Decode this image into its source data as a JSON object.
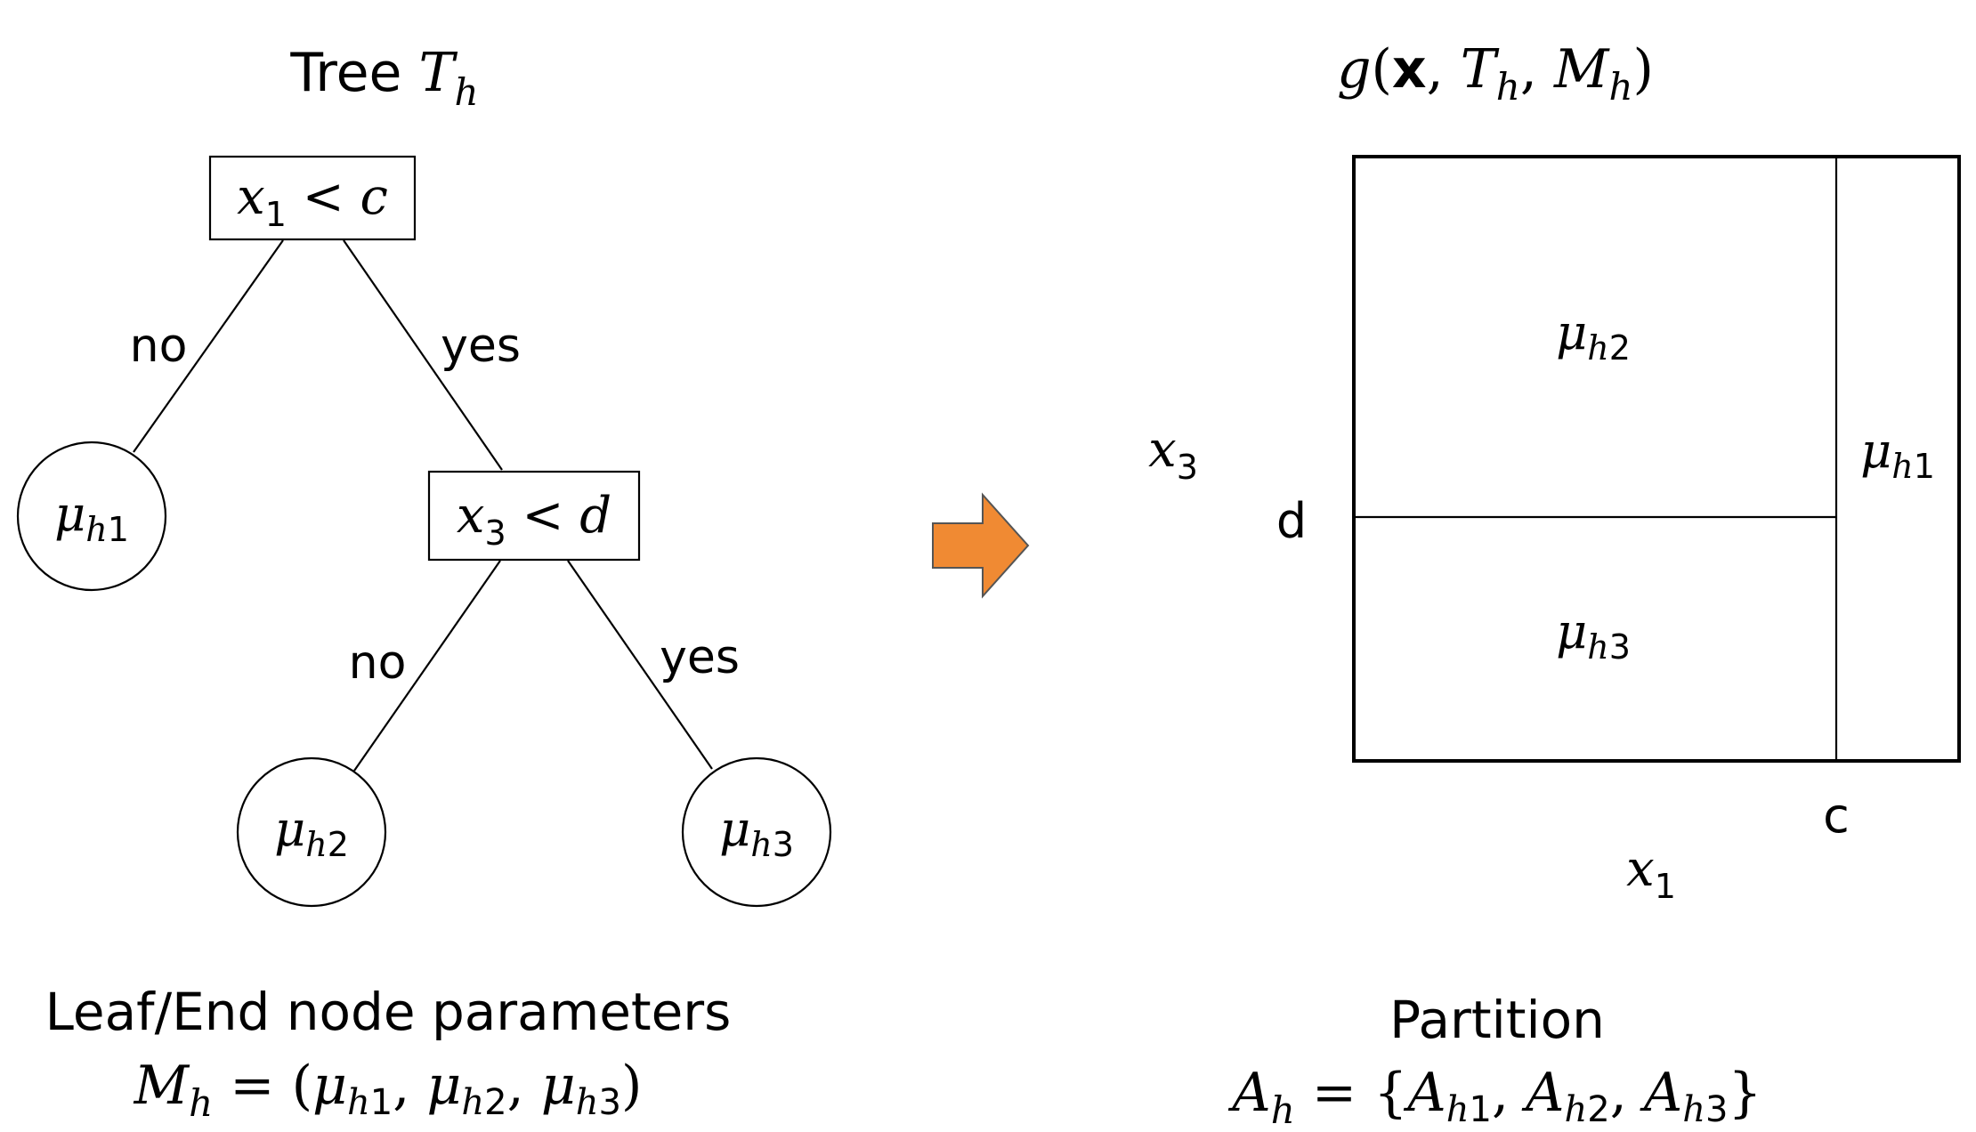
{
  "tree": {
    "title": "Tree",
    "title_math": "T",
    "title_sub": "h",
    "root": {
      "var": "x",
      "var_sub": "1",
      "op": "<",
      "rhs": "c"
    },
    "split2": {
      "var": "x",
      "var_sub": "3",
      "op": "<",
      "rhs": "d"
    },
    "edge_root_left": "no",
    "edge_root_right": "yes",
    "edge_split2_left": "no",
    "edge_split2_right": "yes",
    "leaf1": {
      "sym": "μ",
      "sub_var": "h",
      "sub_num": "1"
    },
    "leaf2": {
      "sym": "μ",
      "sub_var": "h",
      "sub_num": "2"
    },
    "leaf3": {
      "sym": "μ",
      "sub_var": "h",
      "sub_num": "3"
    },
    "caption_line1": "Leaf/End node parameters",
    "caption_line2": {
      "lhs": "M",
      "lhs_sub": "h",
      "eq": "=",
      "open": "(",
      "close": ")",
      "sep": ",",
      "items": [
        {
          "sym": "μ",
          "sub_var": "h",
          "sub_num": "1"
        },
        {
          "sym": "μ",
          "sub_var": "h",
          "sub_num": "2"
        },
        {
          "sym": "μ",
          "sub_var": "h",
          "sub_num": "3"
        }
      ]
    }
  },
  "arrow": {
    "color": "#F08A33"
  },
  "partition": {
    "title": {
      "fn": "g",
      "open": "(",
      "bold_arg": "x",
      "sep": ",",
      "t": "T",
      "t_sub": "h",
      "m": "M",
      "m_sub": "h",
      "close": ")"
    },
    "y_axis_label": {
      "var": "x",
      "sub": "3"
    },
    "x_axis_label": {
      "var": "x",
      "sub": "1"
    },
    "y_split_label": "d",
    "x_split_label": "c",
    "region_top_left": {
      "sym": "μ",
      "sub_var": "h",
      "sub_num": "2"
    },
    "region_bottom_left": {
      "sym": "μ",
      "sub_var": "h",
      "sub_num": "3"
    },
    "region_right": {
      "sym": "μ",
      "sub_var": "h",
      "sub_num": "1"
    },
    "caption_line1": "Partition",
    "caption_line2": {
      "lhs": "A",
      "lhs_sub": "h",
      "eq": "=",
      "open": "{",
      "close": "}",
      "sep": ",",
      "items": [
        {
          "sym": "A",
          "sub_var": "h",
          "sub_num": "1"
        },
        {
          "sym": "A",
          "sub_var": "h",
          "sub_num": "2"
        },
        {
          "sym": "A",
          "sub_var": "h",
          "sub_num": "3"
        }
      ]
    }
  }
}
